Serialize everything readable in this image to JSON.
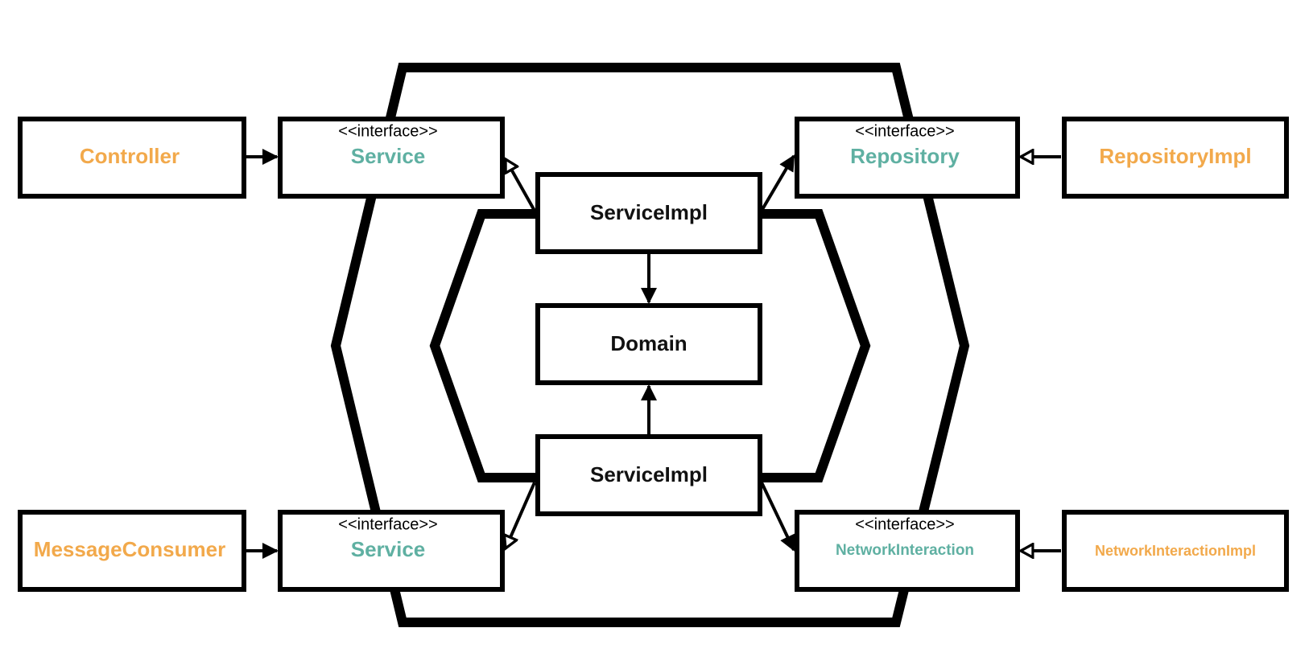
{
  "colors": {
    "stroke": "#000000",
    "adapter": "#f2a94b",
    "port": "#5fb0a2",
    "core": "#111111"
  },
  "stereotype": "<<interface>>",
  "nodes": {
    "controller": "Controller",
    "service_top": "Service",
    "service_bottom": "Service",
    "repository": "Repository",
    "repository_impl": "RepositoryImpl",
    "message_consumer": "MessageConsumer",
    "network_interaction": "NetworkInteraction",
    "network_interaction_impl": "NetworkInteractionImpl",
    "service_impl_top": "ServiceImpl",
    "service_impl_bottom": "ServiceImpl",
    "domain": "Domain"
  }
}
